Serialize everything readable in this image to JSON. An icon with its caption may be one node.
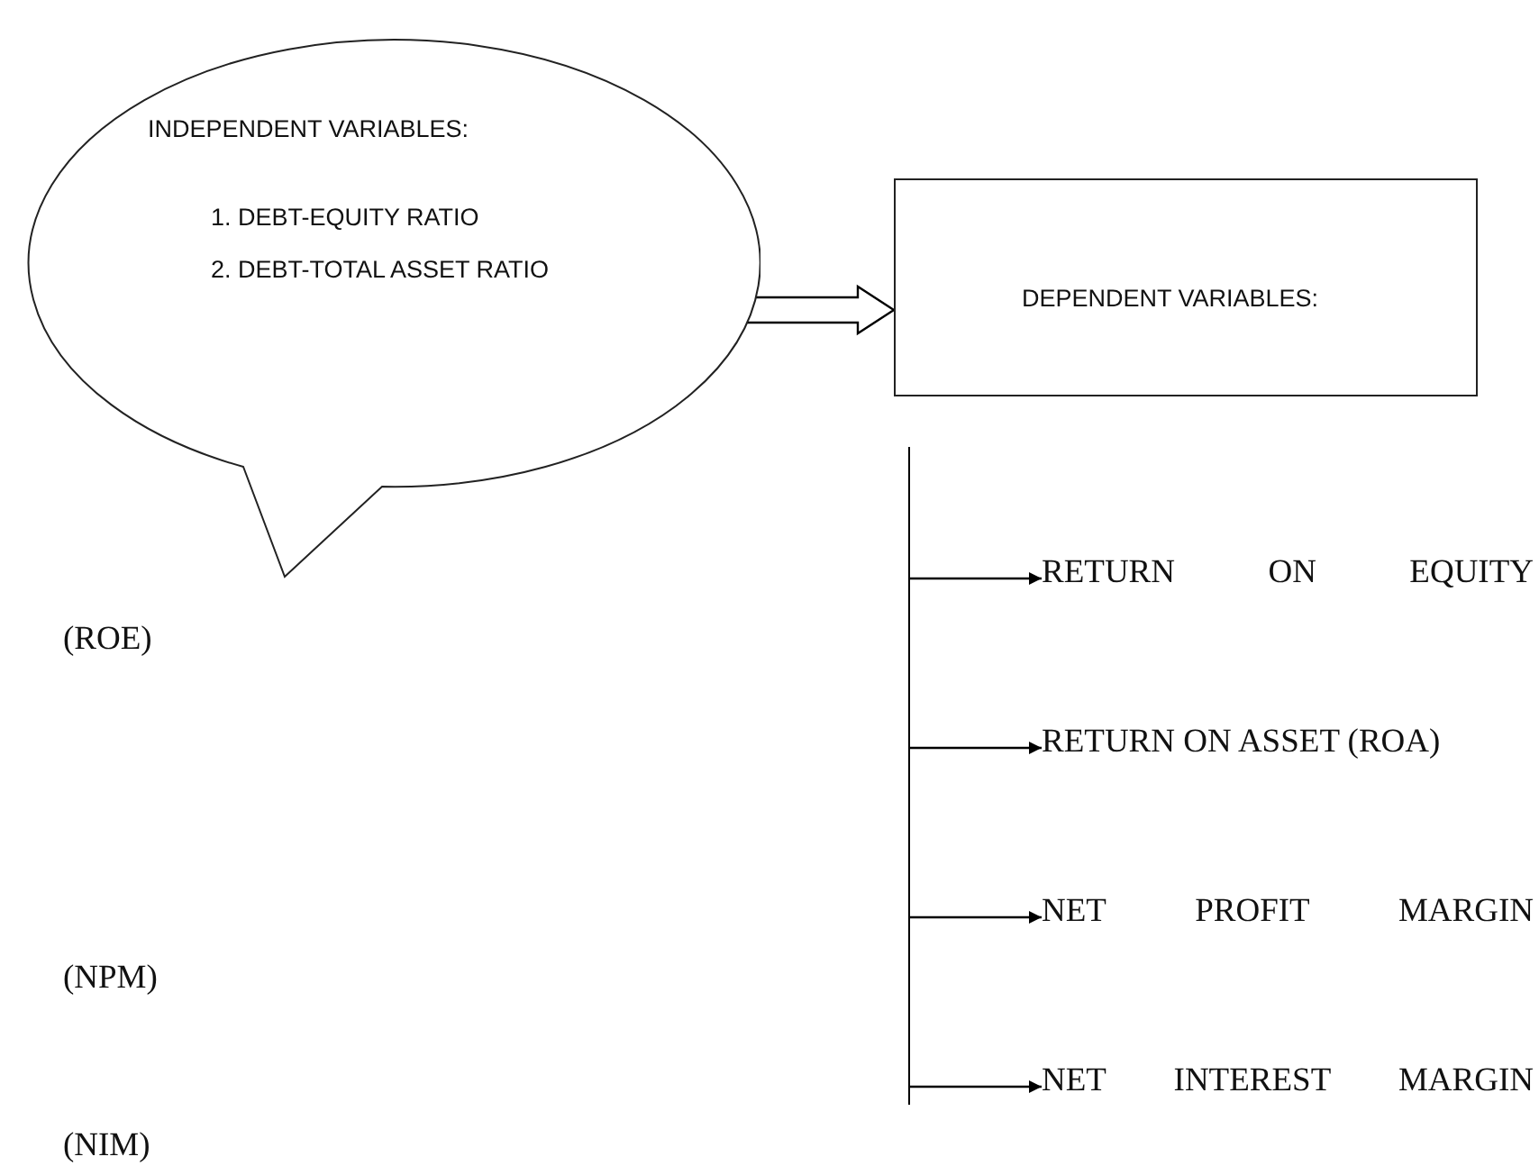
{
  "diagram": {
    "nodes": [
      {
        "text": [
          "INDEPENDENT VARIABLES:",
          "1. DEBT-EQUITY RATIO",
          "2. DEBT-TOTAL ASSET RATIO"
        ]
      },
      {
        "text": [
          "DEPENDENT VARIABLES:"
        ]
      },
      {
        "text": [],
        "shape": "bar"
      },
      {
        "text": [
          "RETURN ON EQUITY"
        ]
      },
      {
        "text": [
          "RETURN ON ASSET (ROA)"
        ]
      },
      {
        "text": [
          "NET PROFIT MARGIN"
        ]
      },
      {
        "text": [
          "NET INTEREST MARGIN"
        ]
      }
    ],
    "labels": [
      "(ROE)",
      "(NPM)",
      "(NIM)"
    ],
    "edges": [
      {
        "from": 0,
        "to": 1,
        "arrow": "to",
        "style": "thick"
      },
      {
        "from": 2,
        "to": 3,
        "arrow": "to"
      },
      {
        "from": 2,
        "to": 4,
        "arrow": "to"
      },
      {
        "from": 2,
        "to": 5,
        "arrow": "to"
      },
      {
        "from": 2,
        "to": 6,
        "arrow": "to"
      }
    ]
  }
}
